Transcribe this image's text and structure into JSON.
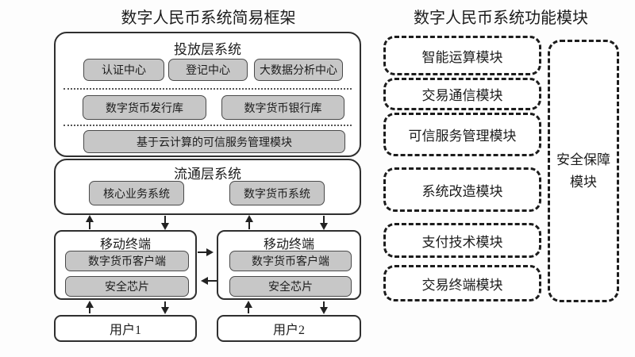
{
  "left_panel": {
    "title": "数字人民币系统简易框架",
    "issuance_layer": {
      "title": "投放层系统",
      "centers": [
        "认证中心",
        "登记中心",
        "大数据分析中心"
      ],
      "vaults": [
        "数字货币发行库",
        "数字货币银行库"
      ],
      "cloud_module": "基于云计算的可信服务管理模块"
    },
    "circulation_layer": {
      "title": "流通层系统",
      "systems": [
        "核心业务系统",
        "数字货币系统"
      ]
    },
    "terminals": [
      {
        "title": "移动终端",
        "components": [
          "数字货币客户端",
          "安全芯片"
        ]
      },
      {
        "title": "移动终端",
        "components": [
          "数字货币客户端",
          "安全芯片"
        ]
      }
    ],
    "users": [
      "用户1",
      "用户2"
    ]
  },
  "right_panel": {
    "title": "数字人民币系统功能模块",
    "modules": [
      "智能运算模块",
      "交易通信模块",
      "可信服务管理模块",
      "系统改造模块",
      "支付技术模块",
      "交易终端模块"
    ],
    "security_module": "安全保障模块"
  },
  "colors": {
    "fill_gray": "#c7c7c7",
    "border_dark": "#2f2f2f",
    "background": "#ffffff"
  }
}
